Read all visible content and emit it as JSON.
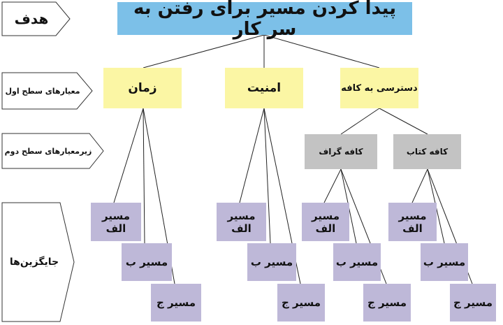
{
  "labels": {
    "goal_tag": "هدف",
    "level1": "معیارهای سطح اول",
    "level2": "زیرمعیارهای سطح دوم",
    "alternatives": "جایگزین‌ها"
  },
  "goal": "پیدا کردن مسیر برای رفتن به سر کار",
  "criteria": {
    "time": "زمان",
    "safety": "امنیت",
    "cafe_access": "دسترسی به کافه"
  },
  "subcriteria": {
    "graph_cafe": "کافه گراف",
    "book_cafe": "کافه کتاب"
  },
  "alternatives": {
    "a": "مسیر الف",
    "b": "مسیر ب",
    "c": "مسیر ج"
  },
  "colors": {
    "goal": "#7cc0e8",
    "criteria": "#fbf6a4",
    "subcriteria": "#c3c3c3",
    "alternatives": "#beb8d8"
  }
}
